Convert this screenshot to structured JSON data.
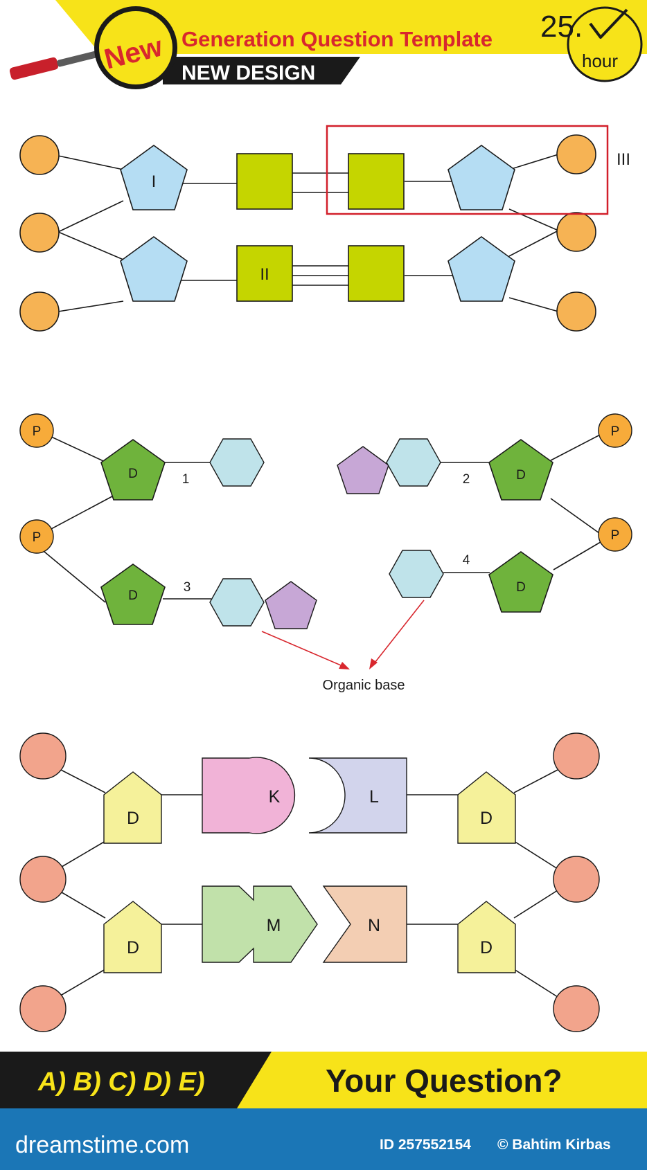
{
  "header": {
    "badge": "New",
    "title": "Generation Question Template",
    "subtitle": "NEW DESIGN",
    "clock_number": "25.",
    "clock_unit": "hour"
  },
  "diagram1": {
    "labels": {
      "left_pentagon": "I",
      "bottom_square": "II",
      "box": "III"
    }
  },
  "diagram2": {
    "phosphate": "P",
    "sugar": "D",
    "numbers": [
      "1",
      "2",
      "3",
      "4"
    ],
    "caption": "Organic base"
  },
  "diagram3": {
    "sugar": "D",
    "bases": [
      "K",
      "L",
      "M",
      "N"
    ]
  },
  "footer": {
    "options": "A) B) C) D) E)",
    "question": "Your Question?"
  },
  "watermark": {
    "site": "dreamstime.com",
    "id": "ID 257552154",
    "author": "© Bahtim Kirbas"
  },
  "colors": {
    "yellow": "#f7e319",
    "dark": "#1a1a1a",
    "accent_red": "#d8272e",
    "orange_circle": "#f6b354",
    "sugar_blue": "#b5ddf3",
    "base_green": "#c5d500",
    "sugar_green": "#6fb33c",
    "hex_blue": "#bfe3ea",
    "purple": "#c7a7d6",
    "salmon": "#f2a48c",
    "pale_yellow": "#f5f19a",
    "pink": "#f1b3d7",
    "lavender": "#d2d4ec",
    "mint": "#c1e1aa",
    "peach": "#f3ceb3",
    "watermark_blue": "#1b76b6"
  }
}
